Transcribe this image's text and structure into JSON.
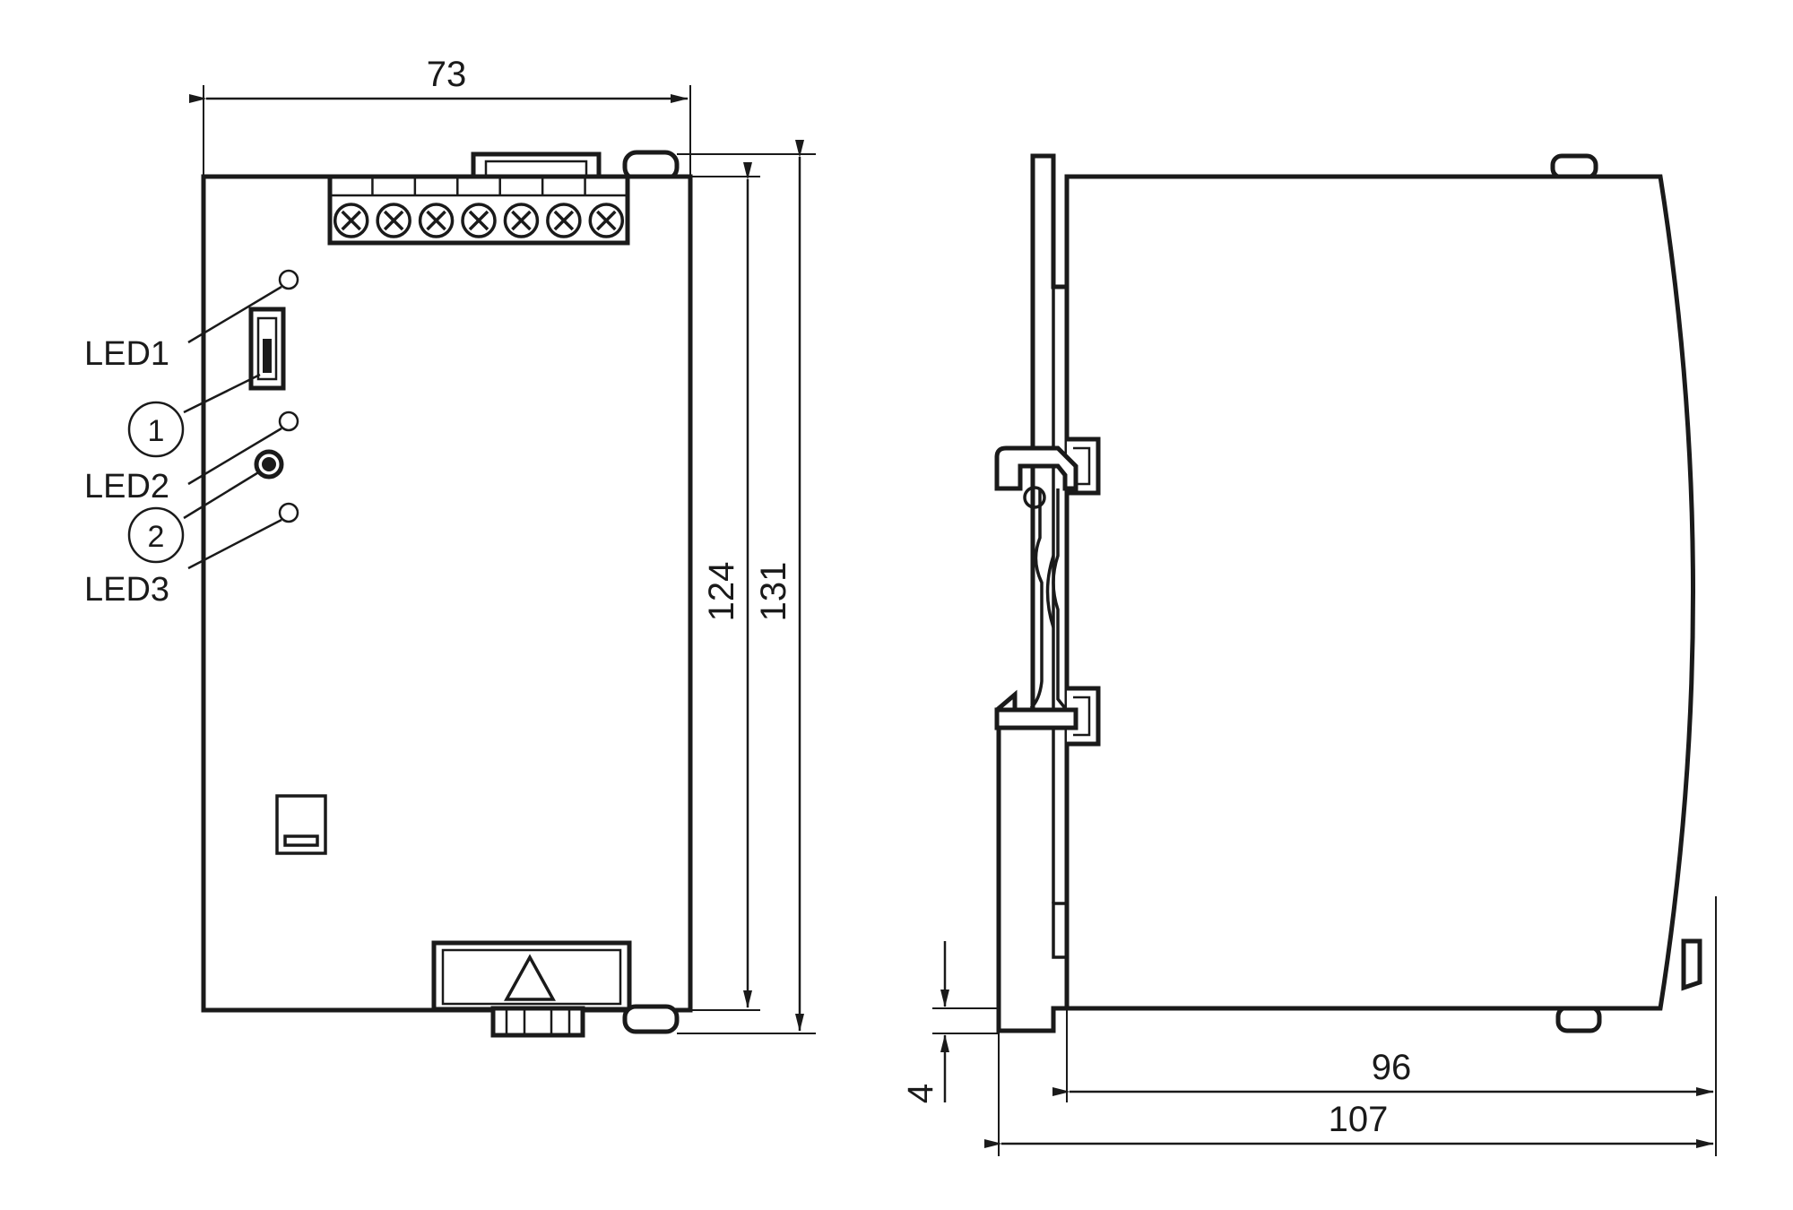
{
  "dimensions": {
    "width": "73",
    "height_body": "124",
    "height_total": "131",
    "rail_offset": "4",
    "depth_body": "96",
    "depth_total": "107"
  },
  "labels": {
    "led1": "LED1",
    "led2": "LED2",
    "led3": "LED3",
    "callout1": "1",
    "callout2": "2"
  },
  "terminal_count": 7
}
